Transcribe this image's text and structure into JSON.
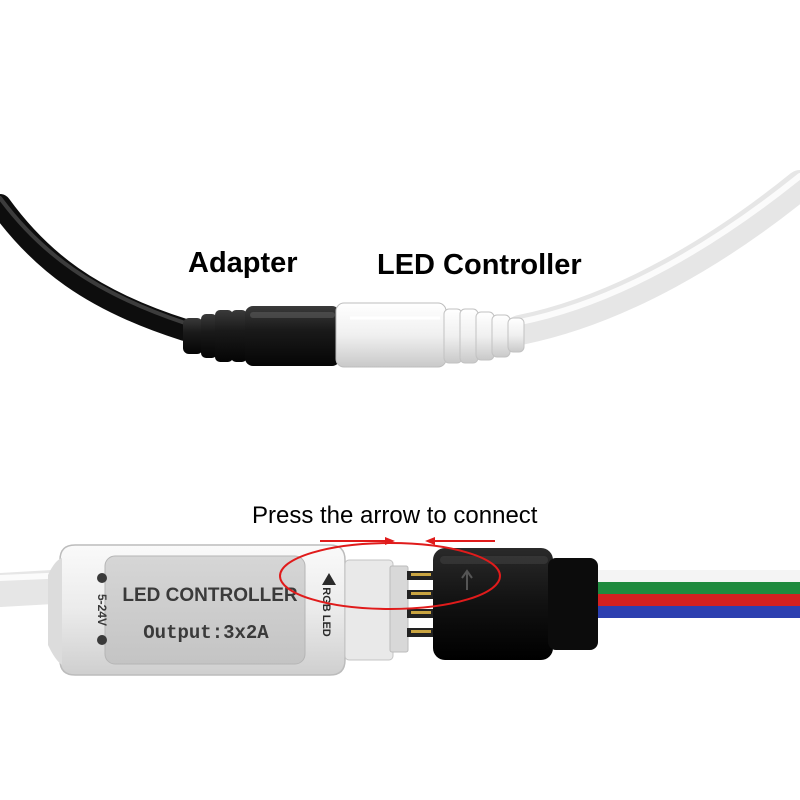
{
  "labels": {
    "adapter": "Adapter",
    "led_controller": "LED Controller",
    "instruction": "Press the arrow to connect"
  },
  "controller_box": {
    "title": "LED CONTROLLER",
    "output": "Output:3x2A",
    "voltage": "5-24V",
    "port_label": "RGB LED"
  },
  "colors": {
    "black_cable": "#111111",
    "white_cable": "#ececec",
    "arrow_red": "#e01b1b",
    "wire_white": "#f4f4f4",
    "wire_green": "#1f8a3e",
    "wire_red": "#d32020",
    "wire_blue": "#2c3fb0"
  },
  "icons": [
    "arrow-up-icon",
    "plus-icon",
    "minus-icon"
  ]
}
